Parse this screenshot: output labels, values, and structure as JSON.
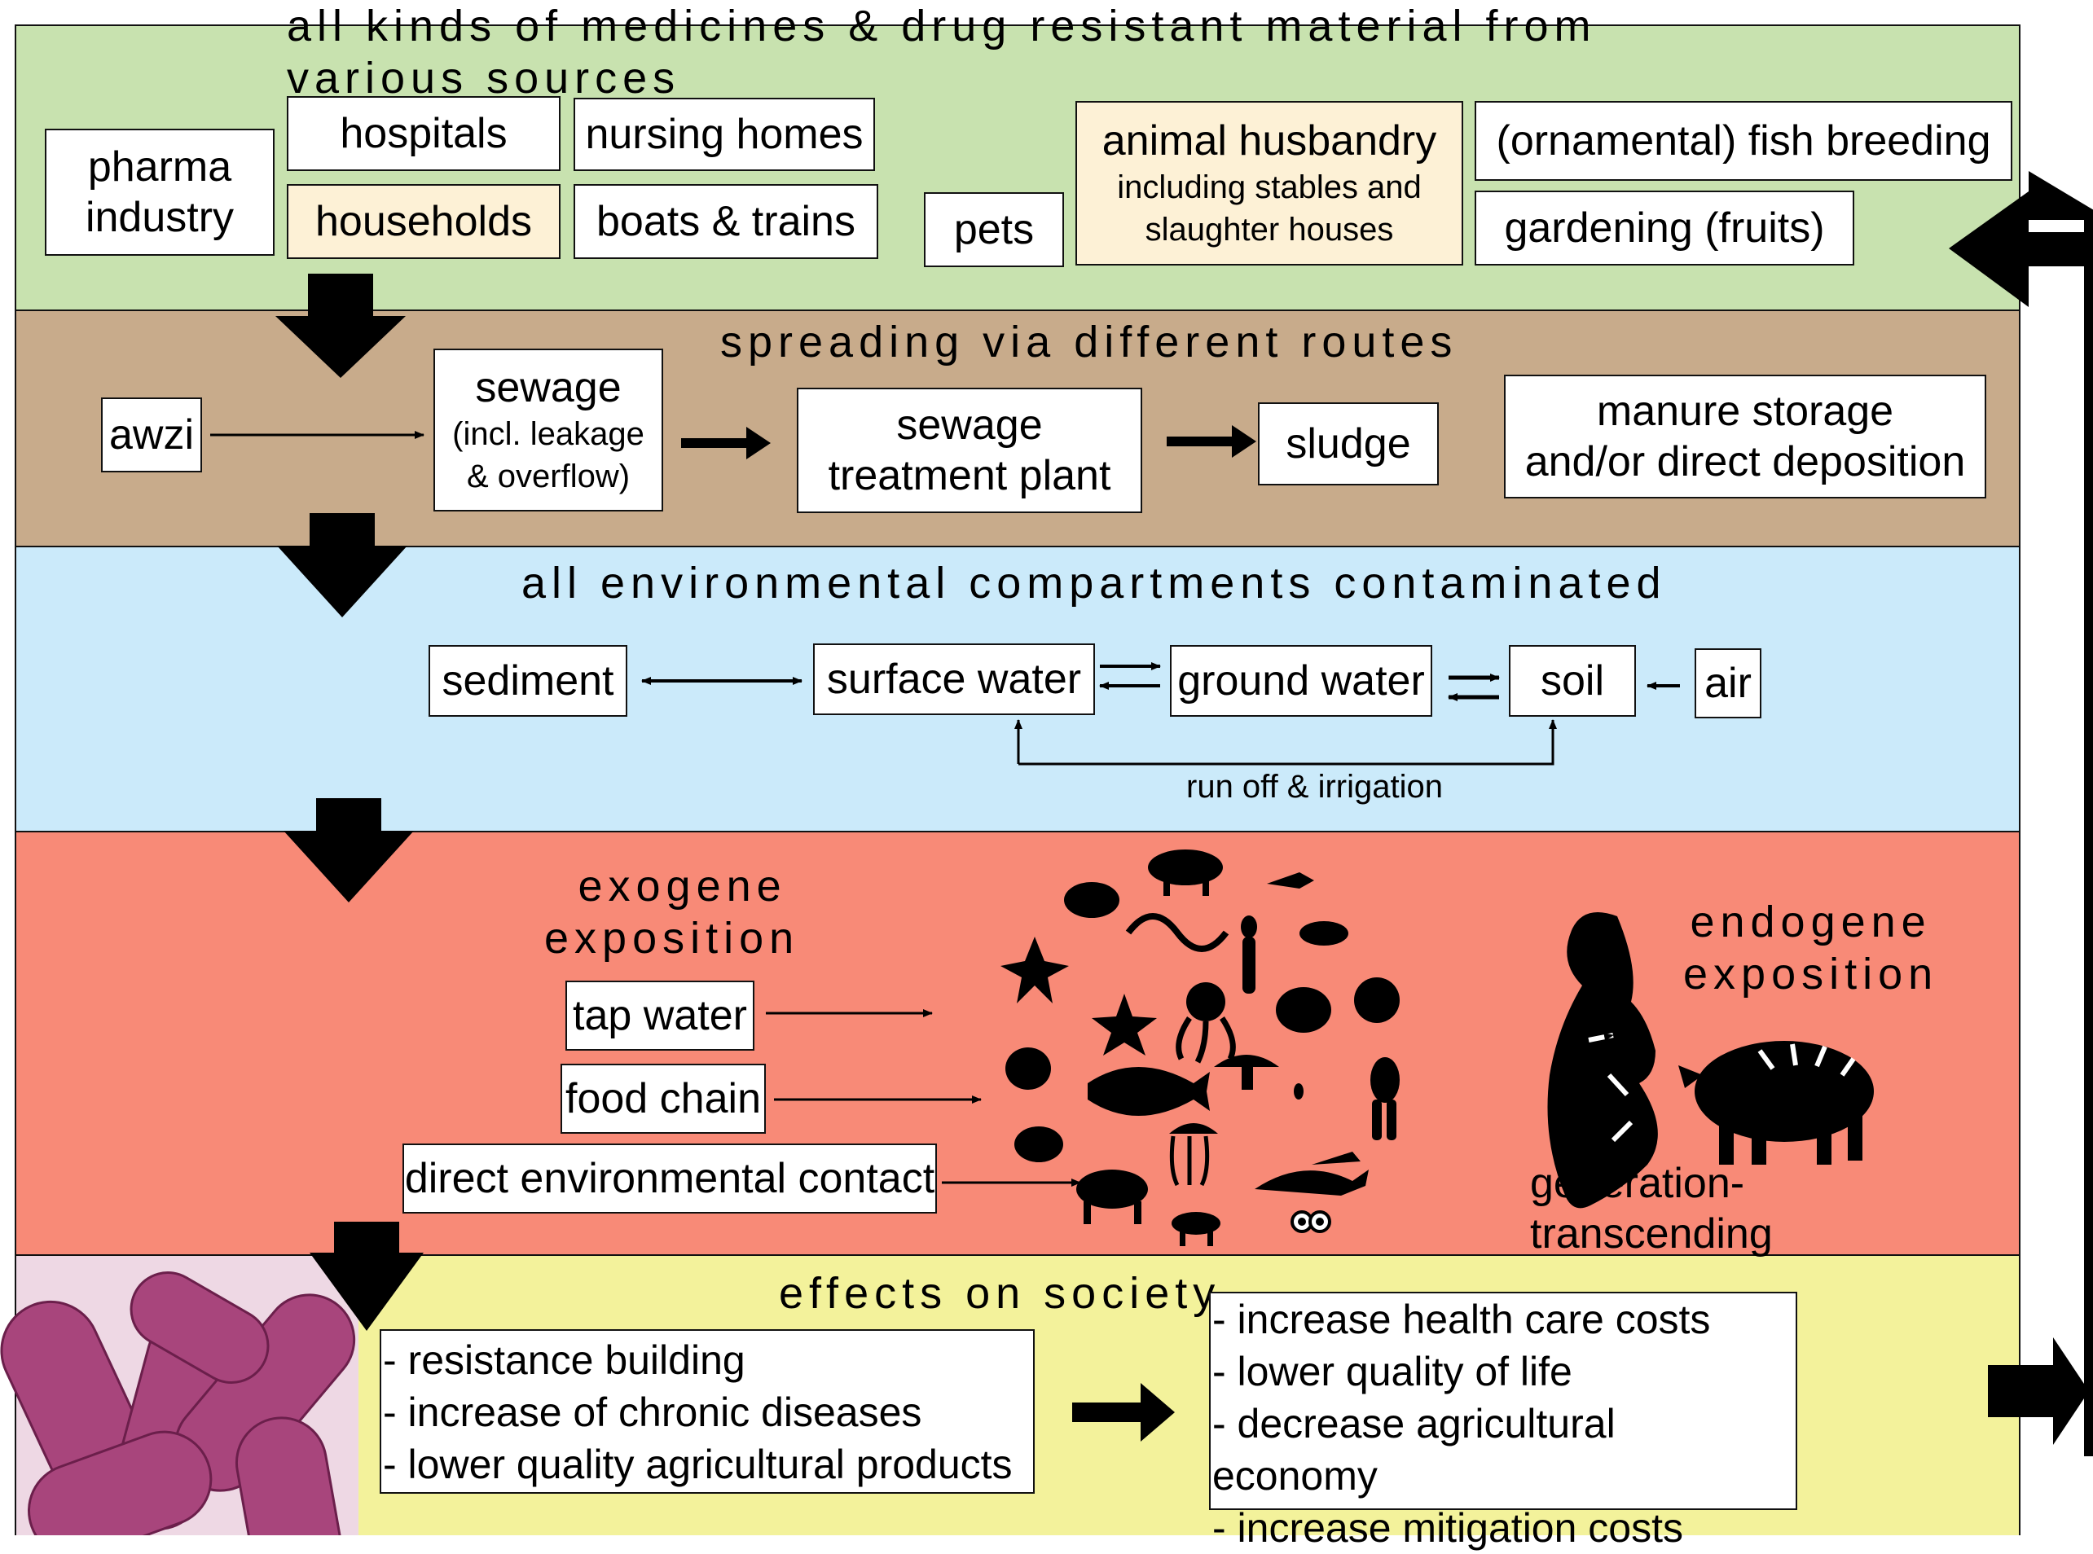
{
  "sources": {
    "heading": "all kinds of medicines & drug resistant material from various sources",
    "pharma_industry": "pharma industry",
    "hospitals": "hospitals",
    "nursing_homes": "nursing homes",
    "households": "households",
    "boats_trains": "boats & trains",
    "pets": "pets",
    "animal_husbandry": "animal husbandry",
    "animal_husbandry_sub1": "including stables and",
    "animal_husbandry_sub2": "slaughter houses",
    "fish_breeding": "(ornamental) fish breeding",
    "gardening": "gardening (fruits)"
  },
  "spreading": {
    "heading": "spreading via different routes",
    "awzi": "awzi",
    "sewage": "sewage",
    "sewage_sub1": "(incl. leakage",
    "sewage_sub2": "& overflow)",
    "stp_line1": "sewage",
    "stp_line2": "treatment plant",
    "sludge": "sludge",
    "manure_line1": "manure storage",
    "manure_line2": "and/or direct deposition"
  },
  "environment": {
    "heading": "all environmental compartments contaminated",
    "sediment": "sediment",
    "surface_water": "surface water",
    "ground_water": "ground water",
    "soil": "soil",
    "air": "air",
    "runoff": "run off & irrigation"
  },
  "exposition": {
    "exogene_line1": "exogene",
    "exogene_line2": "exposition",
    "tap_water": "tap water",
    "food_chain": "food chain",
    "direct_contact": "direct environmental contact",
    "endogene_line1": "endogene",
    "endogene_line2": "exposition",
    "generation_line1": "generation-",
    "generation_line2": "transcending"
  },
  "society": {
    "heading": "effects on society",
    "effects": [
      "- resistance building",
      "- increase of chronic diseases",
      "- lower quality agricultural products"
    ],
    "costs": [
      "- increase health care costs",
      "- lower quality of life",
      "- decrease agricultural",
      "economy",
      "- increase mitigation costs"
    ]
  },
  "colors": {
    "sources_band": "#c8e2af",
    "spreading_band": "#c8ab8b",
    "environment_band": "#cbeafa",
    "exposition_band": "#f88a77",
    "society_band": "#f3f29b",
    "highlight_box": "#fdf1d6",
    "bacteria": "#a8457c"
  }
}
